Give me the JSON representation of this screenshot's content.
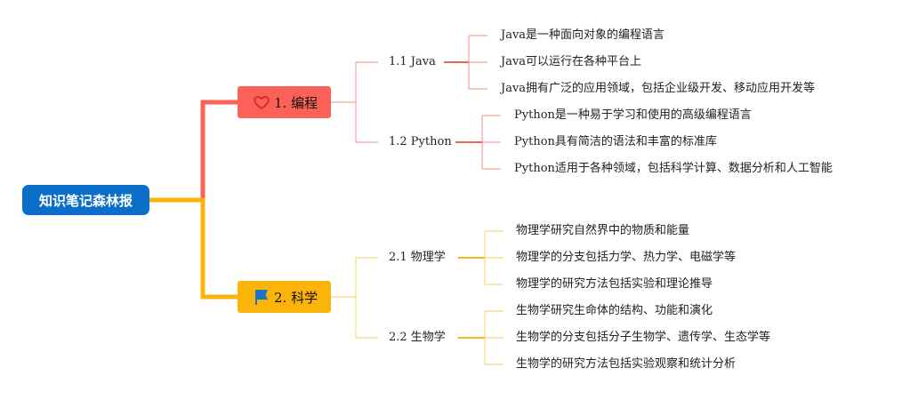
{
  "root": {
    "label": "知识笔记森林报"
  },
  "colors": {
    "root": "#0b6fc9",
    "branch1": "#fb6158",
    "branch2": "#fbb40a"
  },
  "branches": [
    {
      "label": "1. 编程",
      "icon": "heart-icon",
      "children": [
        {
          "label": "1.1 Java",
          "leaves": [
            "Java是一种面向对象的编程语言",
            "Java可以运行在各种平台上",
            "Java拥有广泛的应用领域，包括企业级开发、移动应用开发等"
          ]
        },
        {
          "label": "1.2 Python",
          "leaves": [
            "Python是一种易于学习和使用的高级编程语言",
            "Python具有简洁的语法和丰富的标准库",
            "Python适用于各种领域，包括科学计算、数据分析和人工智能"
          ]
        }
      ]
    },
    {
      "label": "2. 科学",
      "icon": "flag-icon",
      "children": [
        {
          "label": "2.1 物理学",
          "leaves": [
            "物理学研究自然界中的物质和能量",
            "物理学的分支包括力学、热力学、电磁学等",
            "物理学的研究方法包括实验和理论推导"
          ]
        },
        {
          "label": "2.2 生物学",
          "leaves": [
            "生物学研究生命体的结构、功能和演化",
            "生物学的分支包括分子生物学、遗传学、生态学等",
            "生物学的研究方法包括实验观察和统计分析"
          ]
        }
      ]
    }
  ]
}
